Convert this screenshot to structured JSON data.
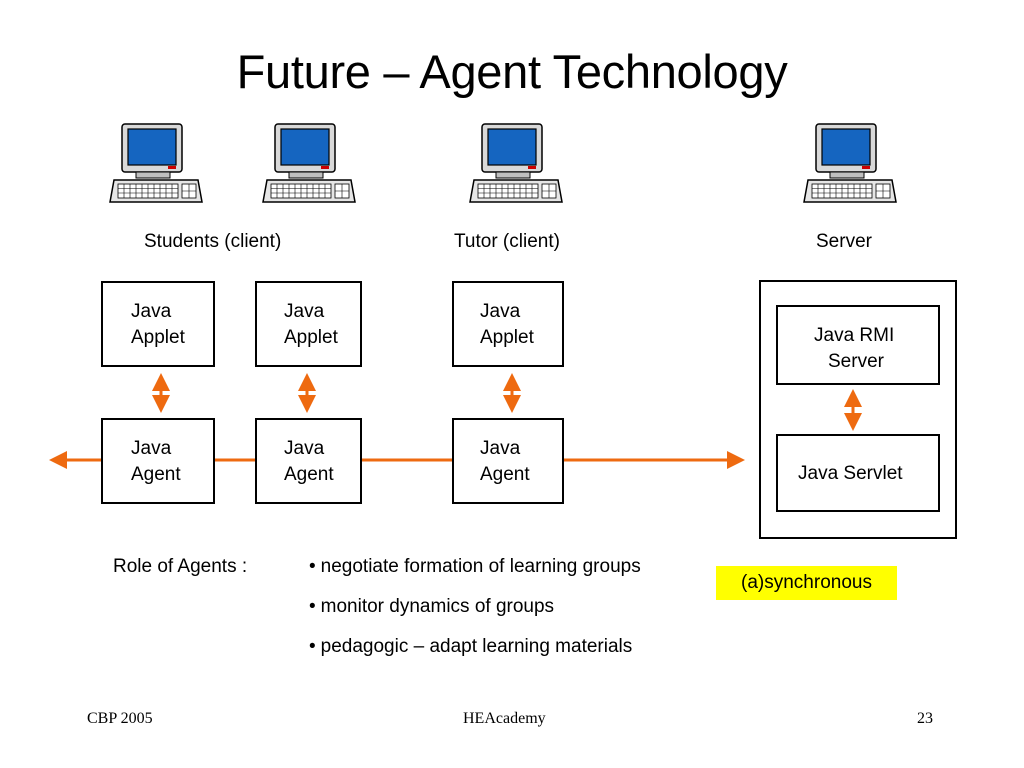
{
  "slide": {
    "title": "Future – Agent Technology"
  },
  "groups": {
    "students": "Students (client)",
    "tutor": "Tutor (client)",
    "server": "Server"
  },
  "boxes": {
    "applet": [
      "Java",
      "Applet"
    ],
    "agent": [
      "Java",
      "Agent"
    ],
    "rmi": [
      "Java RMI",
      "Server"
    ],
    "servlet": "Java Servlet"
  },
  "roles": {
    "heading": "Role of Agents :",
    "items": [
      "negotiate formation of learning groups",
      "monitor dynamics of groups",
      "pedagogic – adapt learning materials"
    ],
    "highlight": "(a)synchronous"
  },
  "footer": {
    "left": "CBP 2005",
    "center": "HEAcademy",
    "page": "23"
  },
  "colors": {
    "connector": "#ee6a10",
    "highlight": "#ffff00",
    "screen": "#1565c0"
  },
  "icons": [
    "computer-icon"
  ]
}
